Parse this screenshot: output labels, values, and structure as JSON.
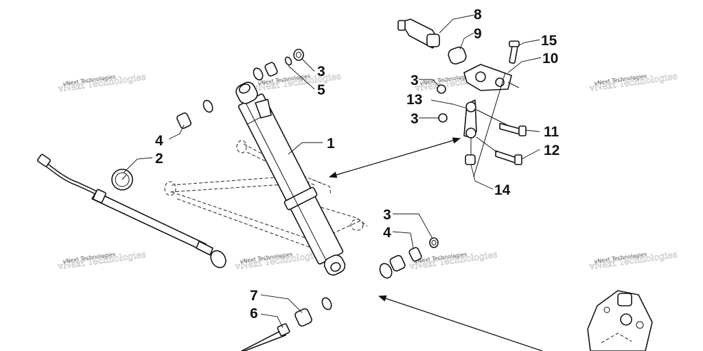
{
  "callouts": {
    "c1": "1",
    "c2": "2",
    "c3a": "3",
    "c3b": "3",
    "c3c": "3",
    "c3d": "3",
    "c4a": "4",
    "c4b": "4",
    "c5": "5",
    "c6": "6",
    "c7": "7",
    "c8": "8",
    "c9": "9",
    "c10": "10",
    "c11": "11",
    "c12": "12",
    "c13": "13",
    "c14": "14",
    "c15": "15"
  },
  "watermark": "vNext Technologies"
}
